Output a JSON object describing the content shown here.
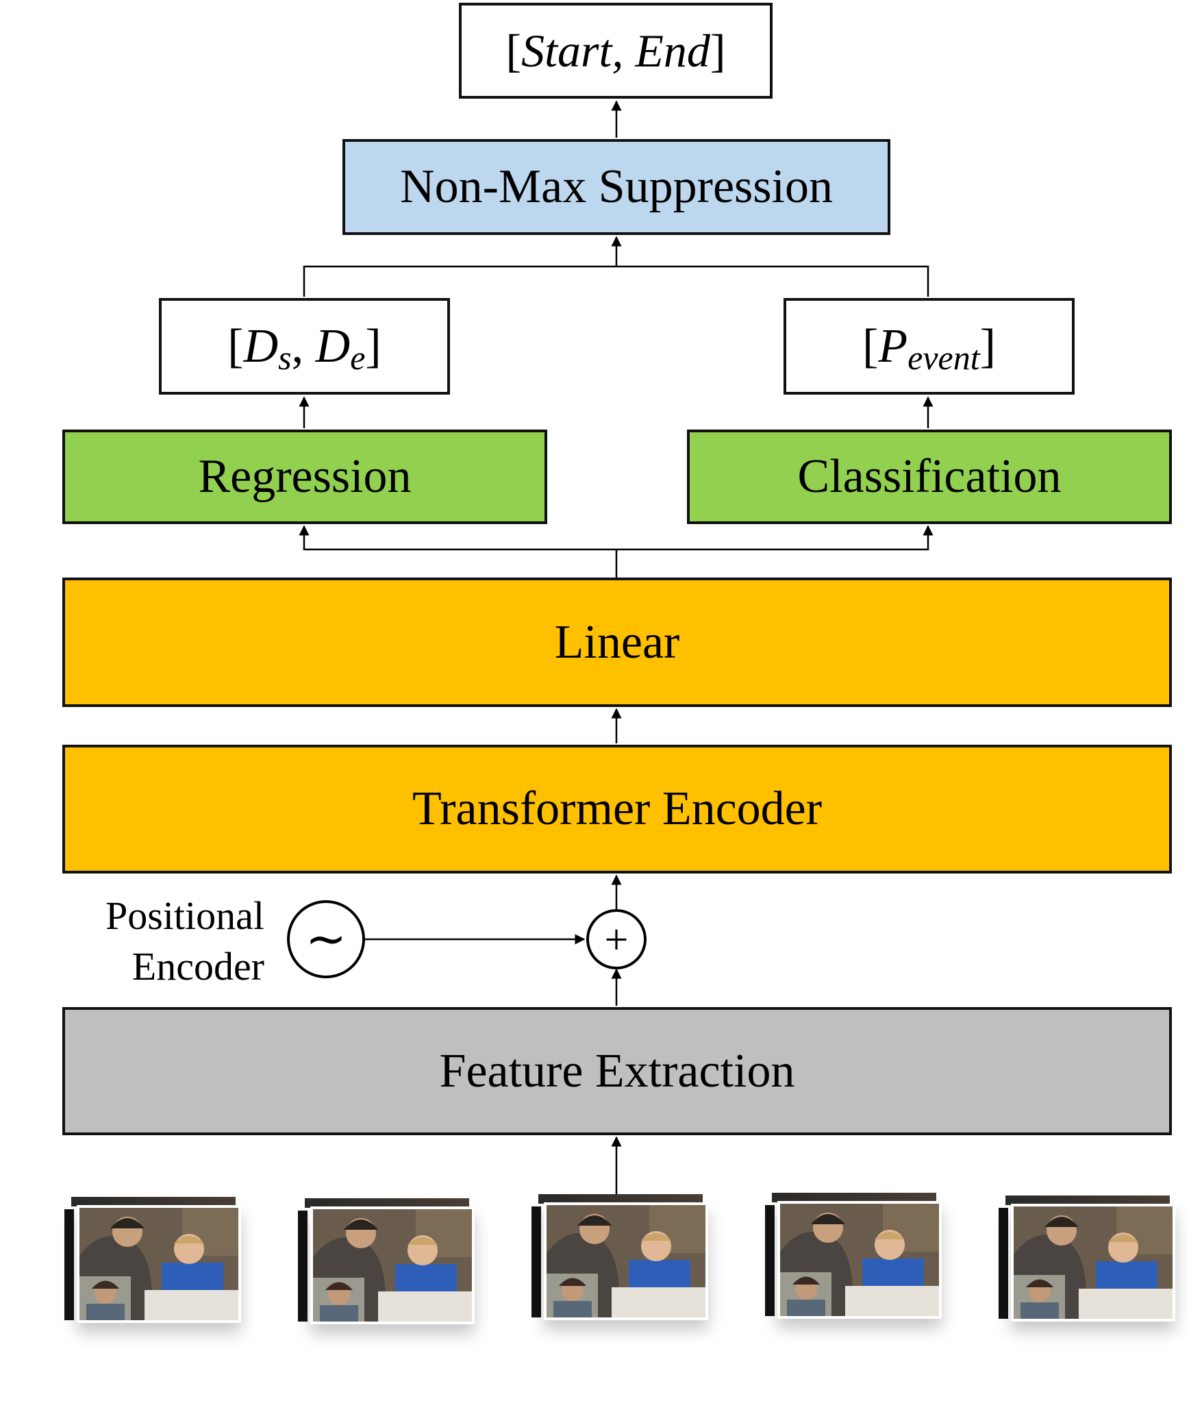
{
  "output": {
    "label_text": "Start, End",
    "open": "[",
    "close": "]"
  },
  "nms": {
    "label": "Non-Max Suppression",
    "color": "#bdd7ee"
  },
  "regression_output": {
    "d": "D",
    "s": "s",
    "e": "e",
    "open": "[",
    "close": "]"
  },
  "classification_output": {
    "p": "P",
    "sub": "event",
    "open": "[",
    "close": "]"
  },
  "regression": {
    "label": "Regression",
    "color": "#92d050"
  },
  "classification": {
    "label": "Classification",
    "color": "#92d050"
  },
  "linear": {
    "label": "Linear",
    "color": "#ffc000"
  },
  "transformer": {
    "label": "Transformer Encoder",
    "color": "#ffc000"
  },
  "positional_encoder": {
    "line1": "Positional",
    "line2": "Encoder",
    "symbol": "~"
  },
  "sum_symbol": "+",
  "feature_extraction": {
    "label": "Feature Extraction",
    "color": "#bfbfbf"
  },
  "frames": [
    {
      "name": "video-frame-1"
    },
    {
      "name": "video-frame-2"
    },
    {
      "name": "video-frame-3"
    },
    {
      "name": "video-frame-4"
    },
    {
      "name": "video-frame-5"
    }
  ]
}
